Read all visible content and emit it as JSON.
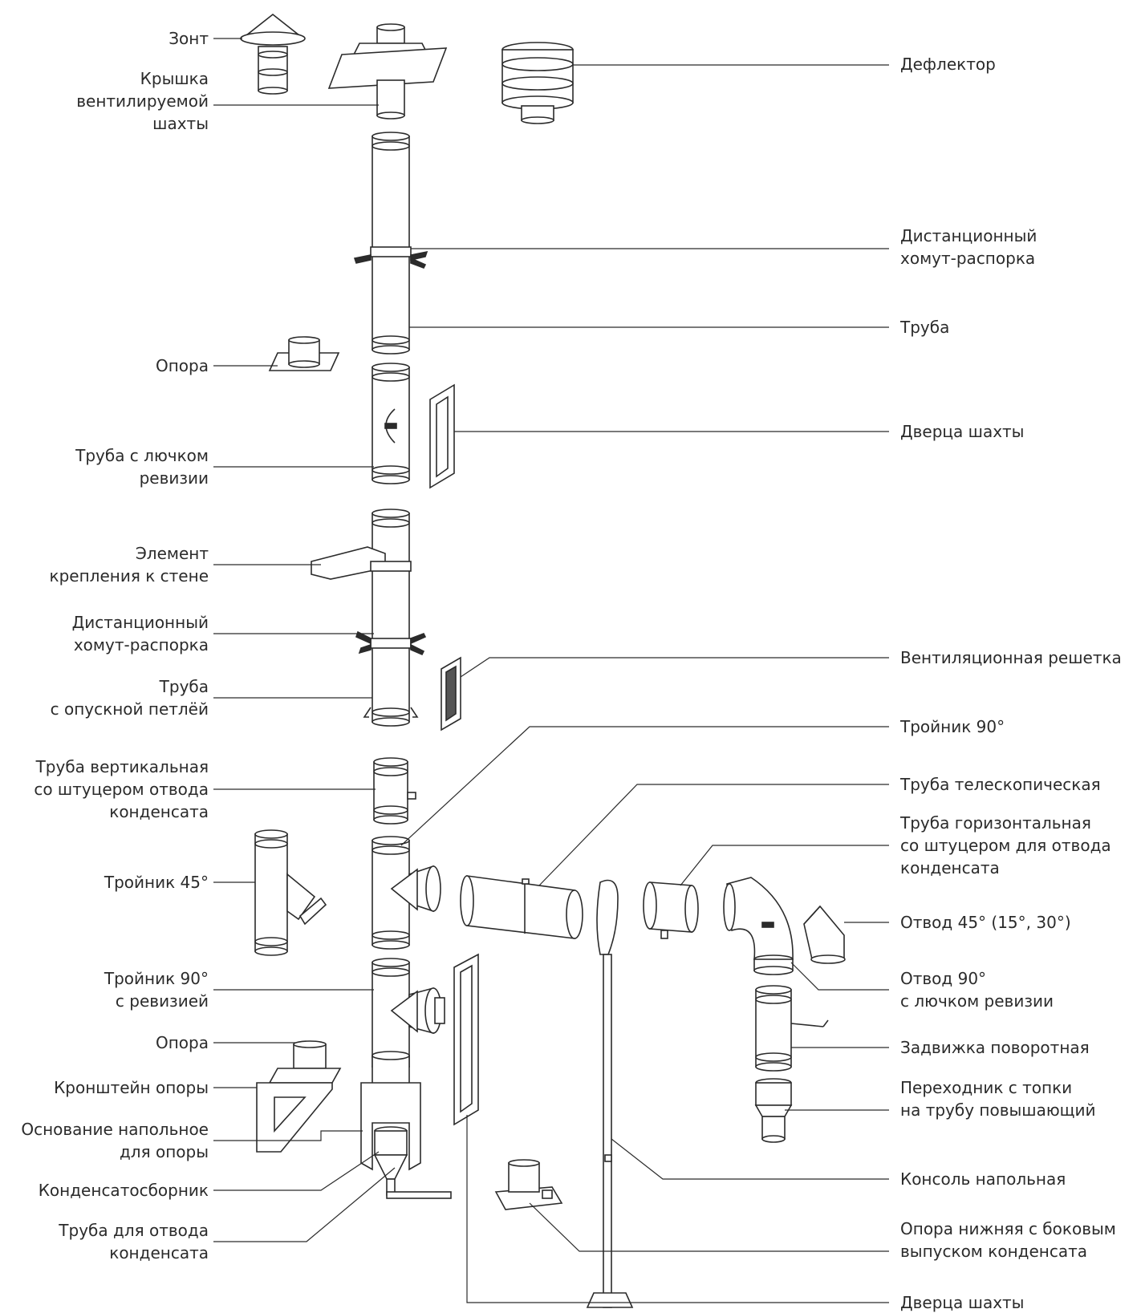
{
  "labels": {
    "zont": "Зонт",
    "kryshka": "Крышка\nвентилируемой\nшахты",
    "opora_top": "Опора",
    "truba_lyuchok": "Труба с лючком\nревизии",
    "element_krepleniya": "Элемент\nкрепления к стене",
    "distancionny_left": "Дистанционный\nхомут-распорка",
    "truba_petlya": "Труба\nс опускной петлёй",
    "truba_vertikalnaya": "Труба вертикальная\nсо штуцером отвода\nконденсата",
    "troynik_45": "Тройник 45°",
    "troynik_90_reviziya": "Тройник 90°\nс ревизией",
    "opora_bottom": "Опора",
    "kronshteyn": "Кронштейн опоры",
    "osnovanie": "Основание напольное\nдля опоры",
    "kondensatosbornik": "Конденсатосборник",
    "truba_otvoda": "Труба для отвода\nконденсата",
    "deflektor": "Дефлектор",
    "distancionny_right": "Дистанционный\nхомут-распорка",
    "truba": "Труба",
    "dverca_top": "Дверца шахты",
    "ventreshetka": "Вентиляционная решетка",
    "troynik_90": "Тройник 90°",
    "truba_teleskop": "Труба телескопическая",
    "truba_gorizont": "Труба горизонтальная\nсо штуцером для отвода\nконденсата",
    "otvod_45": "Отвод 45° (15°, 30°)",
    "otvod_90": "Отвод 90°\nс лючком ревизии",
    "zadvizhka": "Задвижка поворотная",
    "perekhodnik": "Переходник с топки\nна трубу повышающий",
    "konsol": "Консоль напольная",
    "opora_nizhnyaya": "Опора нижняя с боковым\nвыпуском конденсата",
    "dverca_bottom": "Дверца шахты"
  },
  "colors": {
    "line": "#2b2b2b",
    "text": "#2b2b2b",
    "fill": "#ffffff"
  }
}
